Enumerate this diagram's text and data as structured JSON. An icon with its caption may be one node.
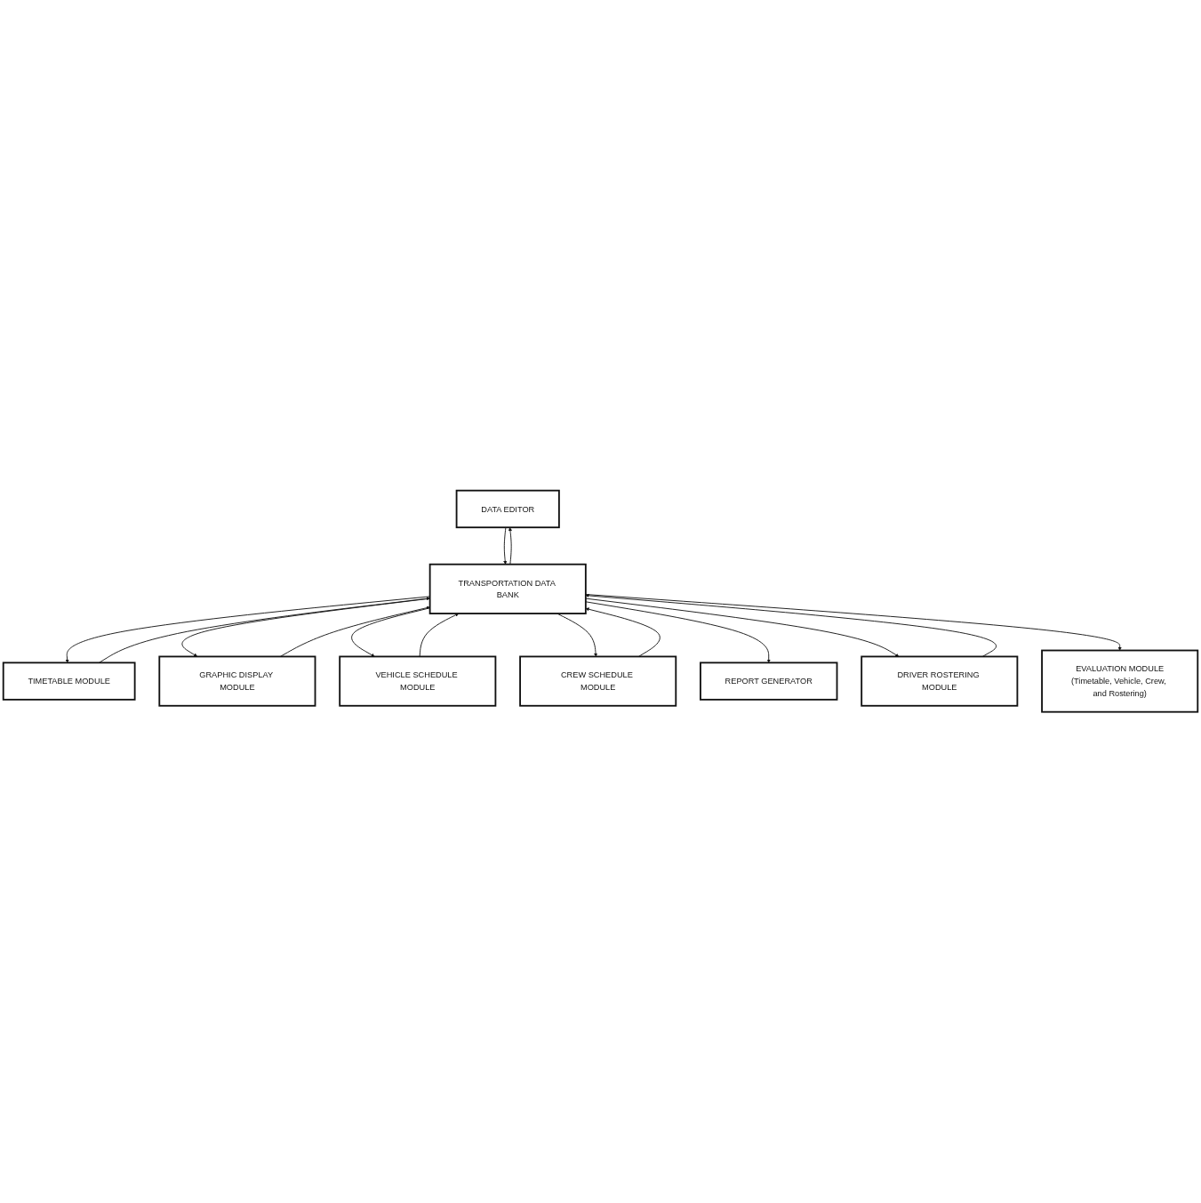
{
  "diagram": {
    "nodes": [
      {
        "text": [
          "DATA EDITOR"
        ]
      },
      {
        "text": [
          "TIMETABLE MODULE"
        ]
      },
      {
        "text": [
          "GRAPHIC DISPLAY MODULE"
        ]
      },
      {
        "text": [
          "VEHICLE SCHEDULE MODULE"
        ]
      },
      {
        "text": [
          "TRANSPORTATION DATA BANK"
        ]
      },
      {
        "text": [
          "CREW SCHEDULE MODULE"
        ]
      },
      {
        "text": [
          "REPORT GENERATOR"
        ]
      },
      {
        "text": [
          "DRIVER ROSTERING MODULE"
        ]
      },
      {
        "text": [
          "EVALUATION MODULE",
          "(Timetable, Vehicle, Crew, and Rostering)"
        ]
      }
    ],
    "edges": [
      {
        "from": 0,
        "to": 4,
        "arrow": "to"
      },
      {
        "from": 4,
        "to": 0,
        "arrow": "to"
      },
      {
        "from": 1,
        "to": 4,
        "arrow": "to"
      },
      {
        "from": 4,
        "to": 1,
        "arrow": "to"
      },
      {
        "from": 4,
        "to": 2,
        "arrow": "to"
      },
      {
        "from": 2,
        "to": 4,
        "arrow": "to"
      },
      {
        "from": 4,
        "to": 3,
        "arrow": "to"
      },
      {
        "from": 3,
        "to": 4,
        "arrow": "to"
      },
      {
        "from": 4,
        "to": 5,
        "arrow": "to"
      },
      {
        "from": 5,
        "to": 4,
        "arrow": "to"
      },
      {
        "from": 4,
        "to": 6,
        "arrow": "to"
      },
      {
        "from": 7,
        "to": 4,
        "arrow": "to"
      },
      {
        "from": 4,
        "to": 7,
        "arrow": "to"
      },
      {
        "from": 4,
        "to": 8,
        "arrow": "to"
      }
    ]
  }
}
